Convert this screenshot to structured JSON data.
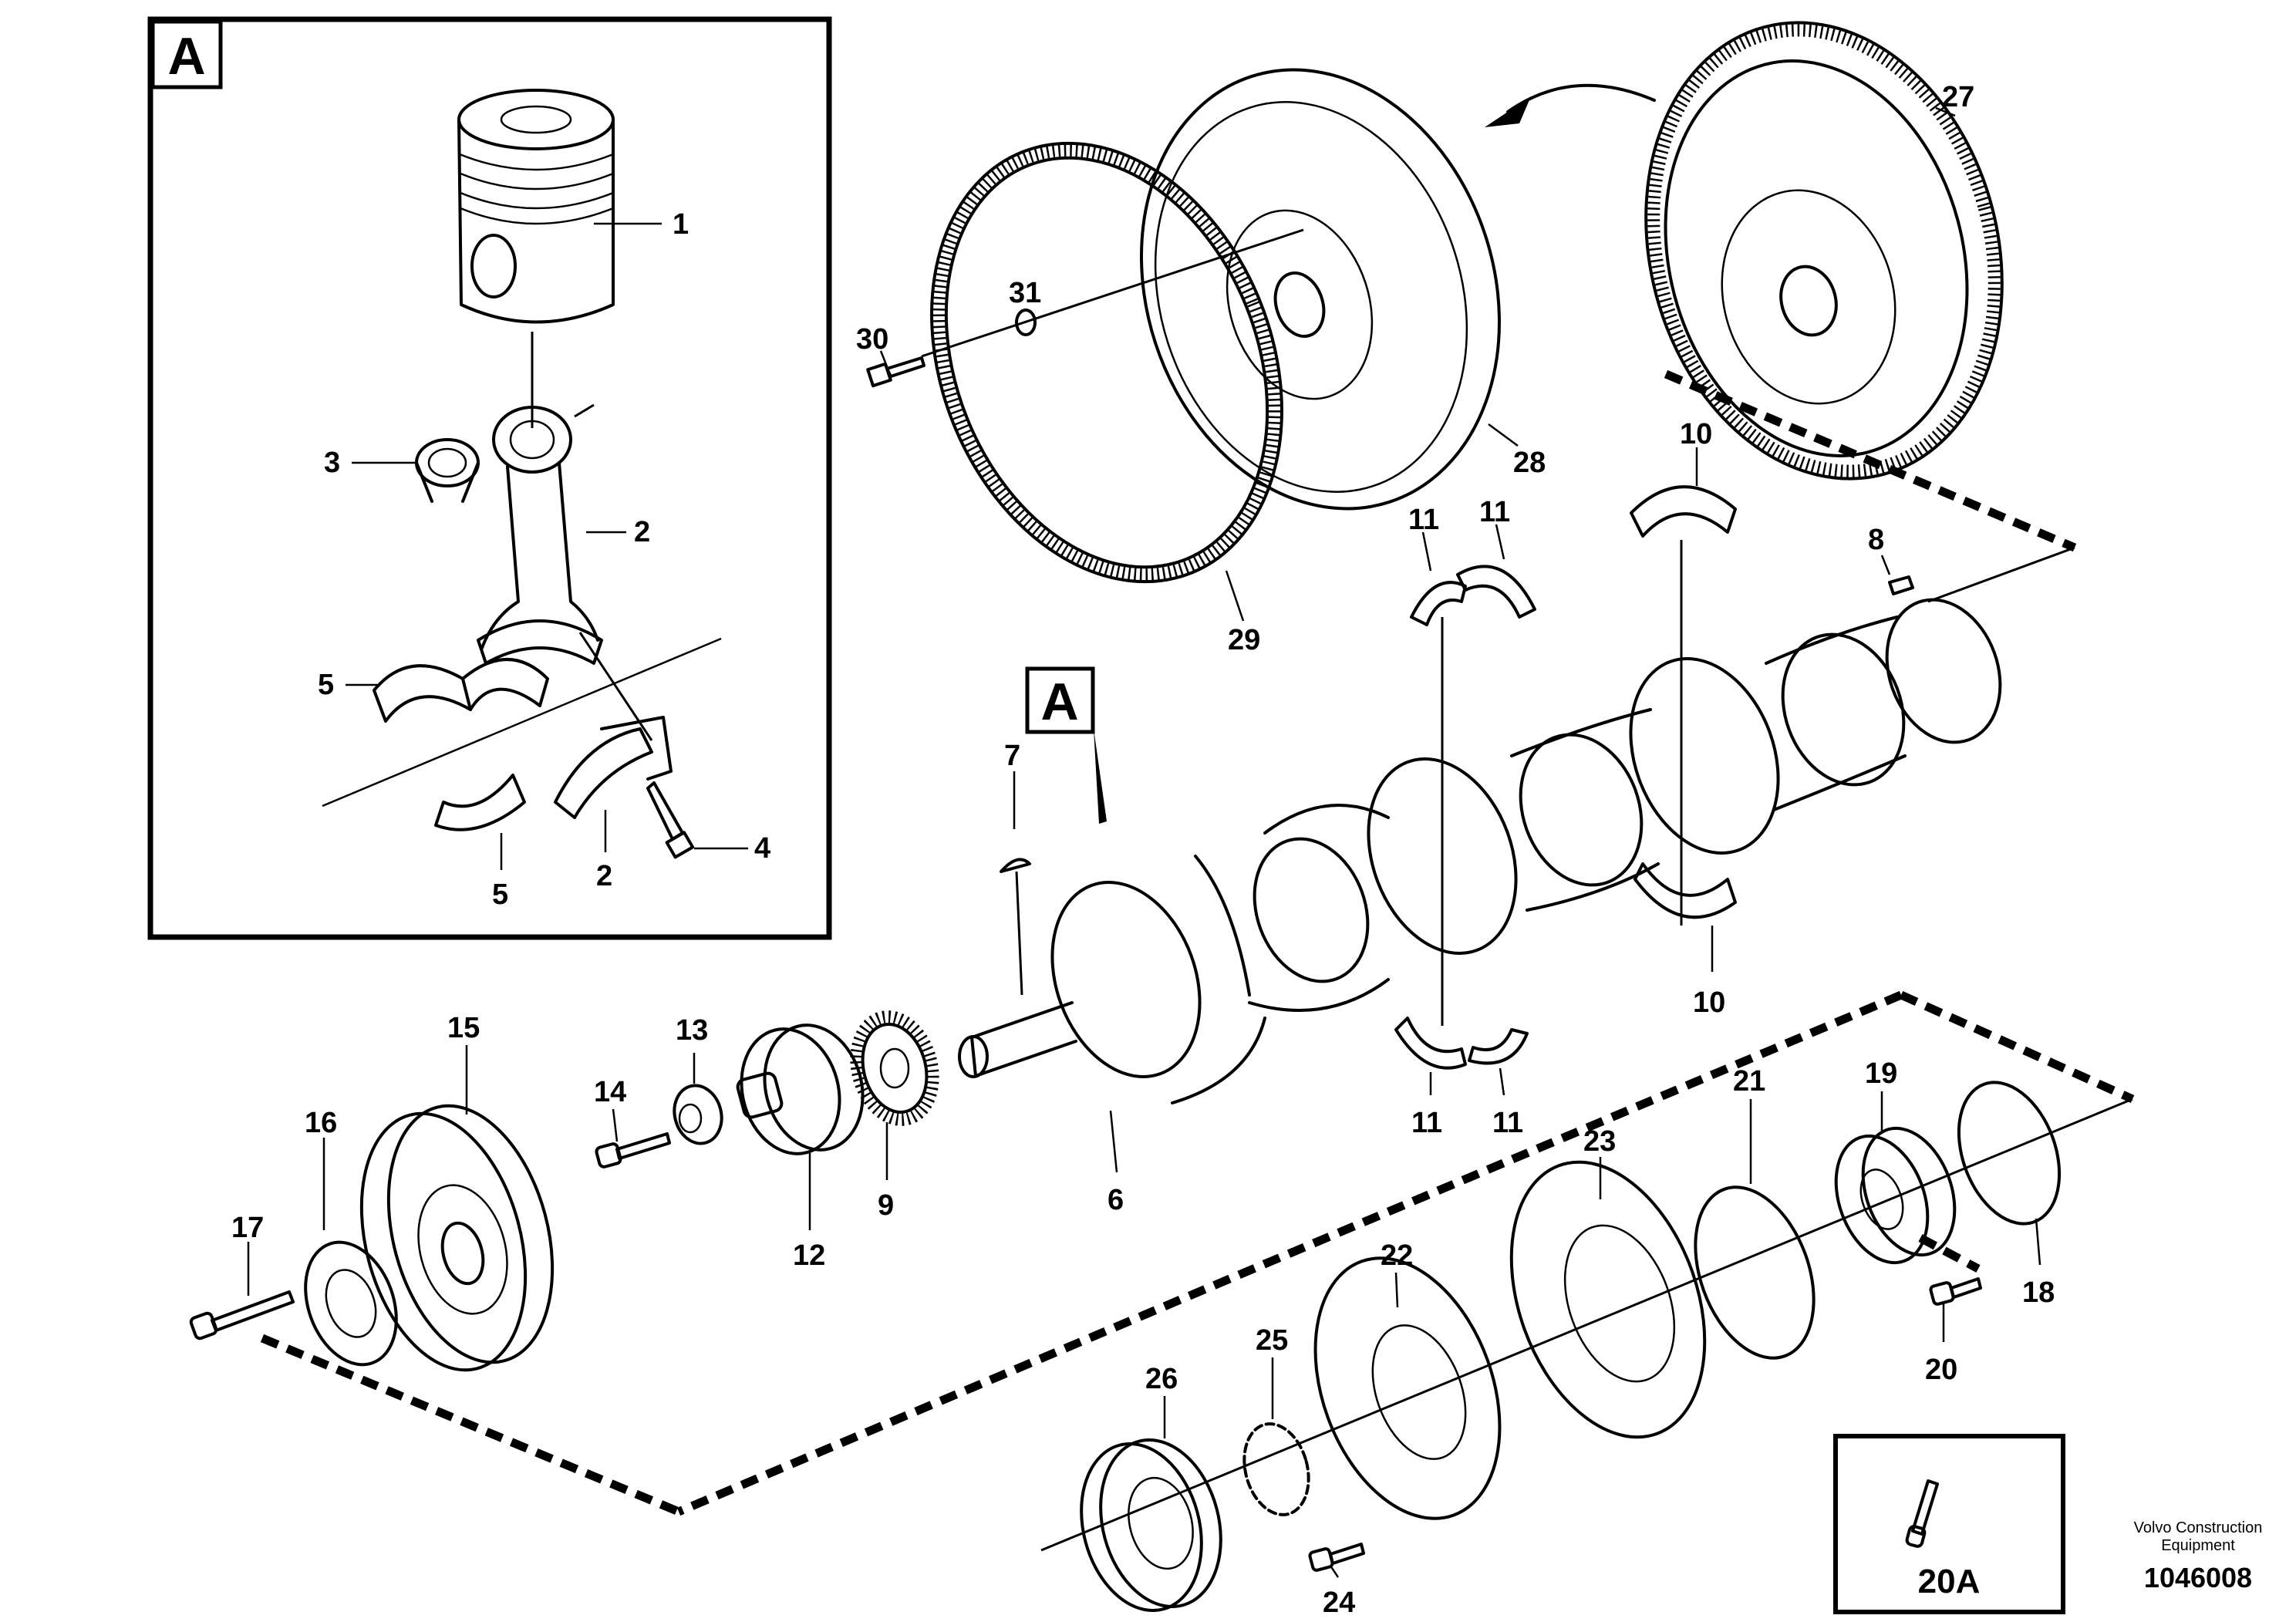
{
  "detail_box": {
    "letter": "A"
  },
  "section_marker": {
    "letter": "A"
  },
  "inset": {
    "label": "20A"
  },
  "brand": {
    "line1": "Volvo Construction",
    "line2": "Equipment"
  },
  "document_number": "1046008",
  "callouts": {
    "piston": "1",
    "connecting_rod": "2",
    "rod_cap": "2",
    "bushing": "3",
    "rod_bolt": "4",
    "bearing_upper": "5",
    "bearing_lower": "5",
    "crankshaft": "6",
    "woodruff_key": "7",
    "dowel_pin": "8",
    "crank_gear": "9",
    "main_bearing_top": "10",
    "main_bearing_bottom": "10",
    "thrust_washer_a": "11",
    "thrust_washer_b": "11",
    "thrust_washer_c": "11",
    "thrust_washer_d": "11",
    "hub": "12",
    "washer": "13",
    "center_bolt": "14",
    "vibration_damper": "15",
    "damper_plate": "16",
    "damper_bolt": "17",
    "rear_seal_ring": "18",
    "rear_seal": "19",
    "rear_screw": "20",
    "o_ring": "21",
    "front_cover": "22",
    "sealing_plate": "23",
    "cover_screw": "24",
    "shim": "25",
    "pulley": "26",
    "flywheel_alt": "27",
    "flywheel": "28",
    "ring_gear": "29",
    "flywheel_bolt": "30",
    "flywheel_washer": "31"
  }
}
